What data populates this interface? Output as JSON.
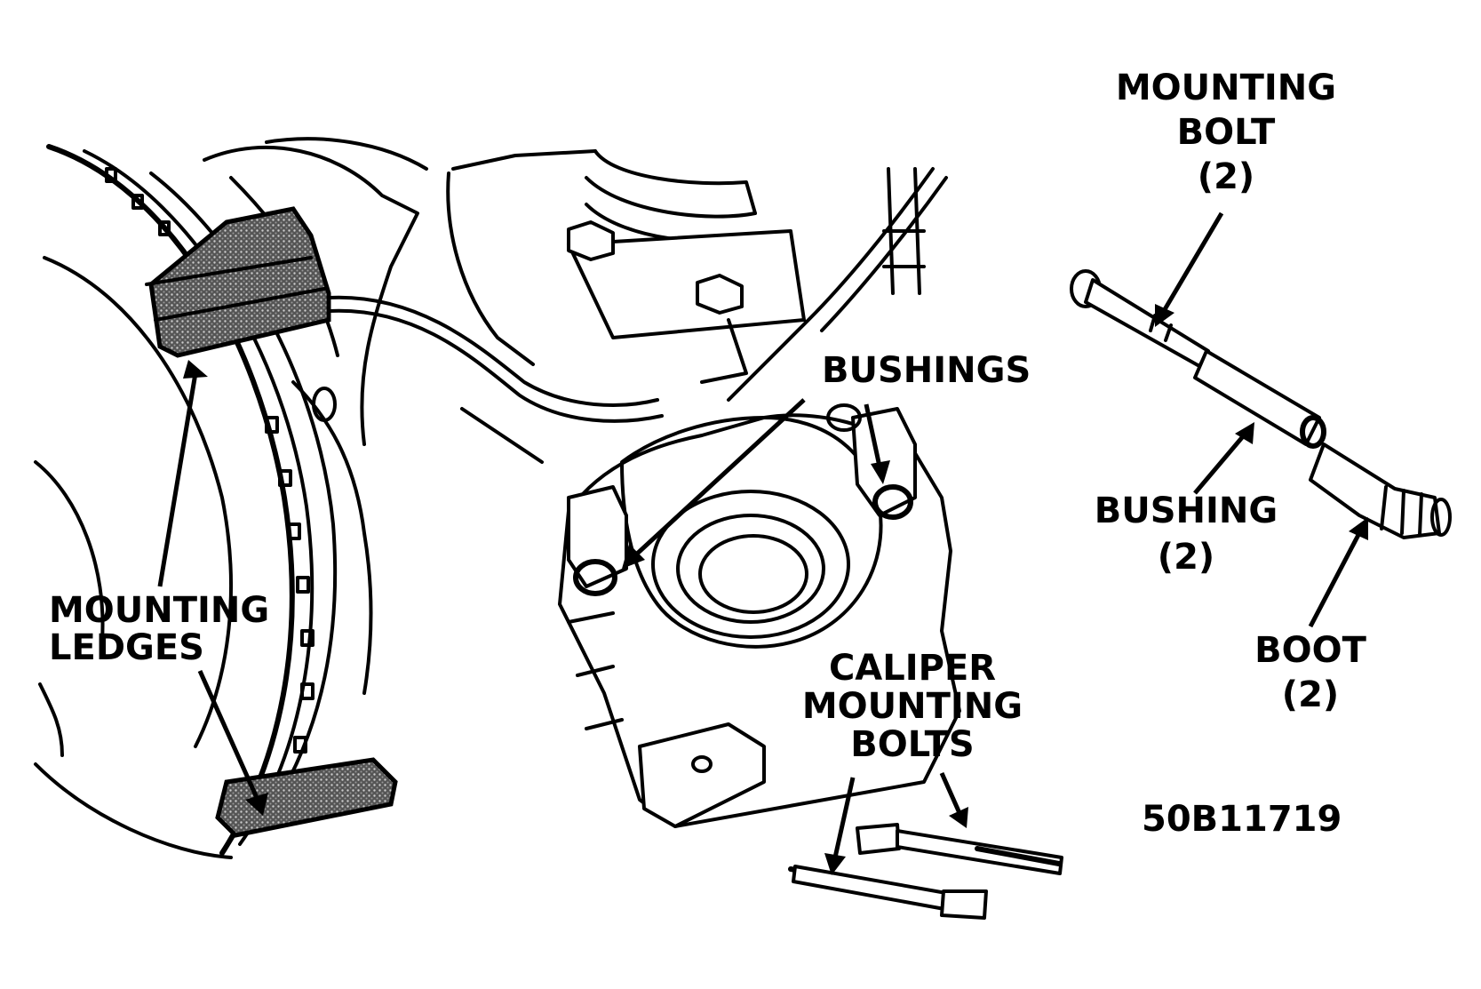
{
  "labels": {
    "mounting_ledges": [
      "MOUNTING",
      "LEDGES"
    ],
    "bushings": "BUSHINGS",
    "caliper_mounting_bolts": [
      "CALIPER",
      "MOUNTING",
      "BOLTS"
    ],
    "mounting_bolt": [
      "MOUNTING",
      "BOLT",
      "(2)"
    ],
    "bushing": [
      "BUSHING",
      "(2)"
    ],
    "boot": [
      "BOOT",
      "(2)"
    ],
    "figure_code": "50B11719"
  },
  "colors": {
    "ink": "#000000",
    "paper": "#ffffff"
  }
}
